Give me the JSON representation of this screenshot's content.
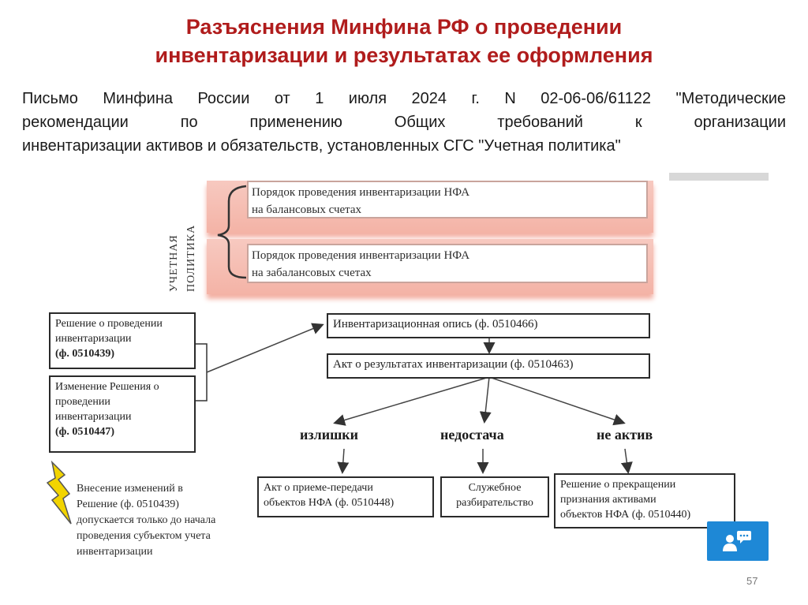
{
  "header": {
    "title_line1": "Разъяснения Минфина РФ о проведении",
    "title_line2": "инвентаризации и результатах ее оформления"
  },
  "subtitle": {
    "line1": "Письмо Минфина России от 1 июля 2024 г. N 02-06-06/61122 \"Методические",
    "line2": "рекомендации по применению Общих требований к организации",
    "line3": "инвентаризации активов и обязательств, установленных СГС \"Учетная политика\""
  },
  "diagram": {
    "policy_label_line1": "УЧЕТНАЯ",
    "policy_label_line2": "ПОЛИТИКА",
    "policy_box1": {
      "line1": "Порядок проведения инвентаризации НФА",
      "line2": "на балансовых счетах"
    },
    "policy_box2": {
      "line1": "Порядок проведения инвентаризации НФА",
      "line2": "на забалансовых счетах"
    },
    "decision_box": {
      "line1": "Решение о проведении",
      "line2": "инвентаризации",
      "line3": "(ф. 0510439)"
    },
    "change_box": {
      "line1": "Изменение Решения о",
      "line2": "проведении",
      "line3": "инвентаризации",
      "line4": "(ф. 0510447)"
    },
    "inventory_list": "Инвентаризационная опись (ф. 0510466)",
    "results_act": "Акт о результатах инвентаризации (ф. 0510463)",
    "outcomes": {
      "surplus": "излишки",
      "shortage": "недостача",
      "not_asset": "не актив"
    },
    "surplus_box": {
      "line1": "Акт о приеме-передачи",
      "line2": "объектов НФА (ф. 0510448)"
    },
    "shortage_box": {
      "line1": "Служебное",
      "line2": "разбирательство"
    },
    "not_asset_box": {
      "line1": "Решение о прекращении",
      "line2": "признания активами",
      "line3": "объектов НФА (ф. 0510440)"
    },
    "note": {
      "line1": "Внесение изменений в",
      "line2": "Решение (ф. 0510439)",
      "line3": "допускается только до начала",
      "line4": "проведения субъектом учета",
      "line5": "инвентаризации"
    }
  },
  "footer": {
    "page_number": "57"
  },
  "colors": {
    "title": "#b01c1c",
    "pink": "#f4b3a6",
    "chat_button": "#1e88d6",
    "warning": "#f2d400"
  },
  "icons": {
    "chat": "chat-support-icon",
    "lightning": "lightning-icon"
  }
}
